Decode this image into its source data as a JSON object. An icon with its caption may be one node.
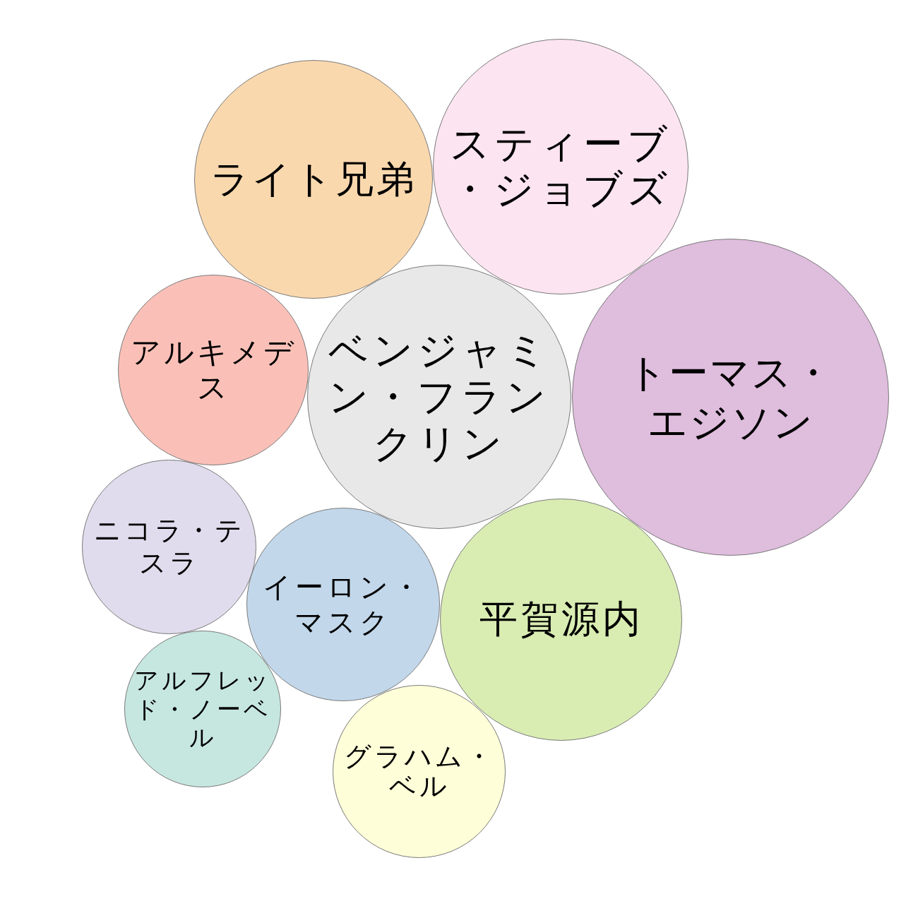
{
  "diagram": {
    "nodes": [
      {
        "text": [
          "ライト兄弟"
        ]
      },
      {
        "text": [
          "スティーブ・ジョブズ"
        ]
      },
      {
        "text": [
          "アルキメデス"
        ]
      },
      {
        "text": [
          "ベンジャミン・フランクリン"
        ]
      },
      {
        "text": [
          "トーマス・エジソン"
        ]
      },
      {
        "text": [
          "ニコラ・テスラ"
        ]
      },
      {
        "text": [
          "イーロン・マスク"
        ]
      },
      {
        "text": [
          "平賀源内"
        ]
      },
      {
        "text": [
          "アルフレッド・ノーベル"
        ]
      },
      {
        "text": [
          "グラハム・ベル"
        ]
      }
    ]
  }
}
